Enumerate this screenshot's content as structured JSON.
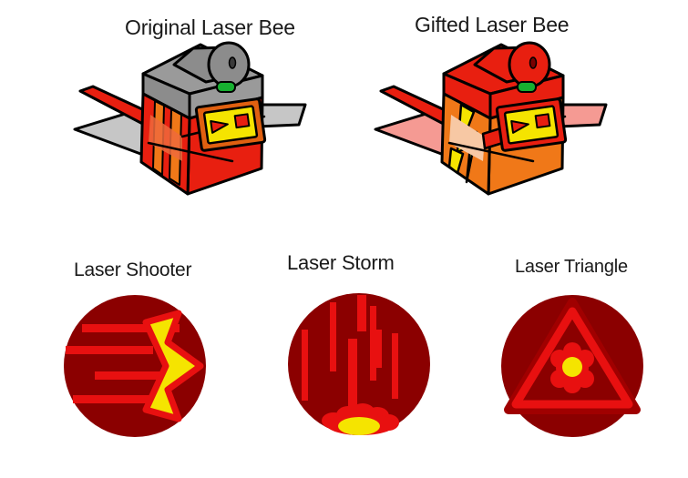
{
  "background": "#ffffff",
  "figure": {
    "type": "illustration",
    "subject": "Laser Bee enemy variants and ability icons",
    "panels": [
      {
        "id": "original",
        "title": "Original Laser Bee",
        "description": "Cube-shaped robotic bee with gray textured top plate, gray cylindrical turret, green indicator light, red body with orange side stripes, gray translucent wings, red stinger, and a yellow rectangular face with angry red eyes.",
        "colors": {
          "body": "#e81f10",
          "body_side": "#ef6a3c",
          "stripe": "#f07818",
          "top_plate": "#9a9a9a",
          "turret": "#8c8c8c",
          "wing": "#c6c6c6",
          "face_panel": "#f5e400",
          "face_border": "#e06010",
          "eye": "#e81f10",
          "led": "#17b030",
          "outline": "#000000"
        }
      },
      {
        "id": "gifted",
        "title": "Gifted Laser Bee",
        "description": "Upgraded variant: orange body with yellow lightning bolt on the side, red speckled top plate, red cylindrical turret, green indicator light, pink-salmon wings, red stinger, and a yellow rectangular face with angry red eyes.",
        "colors": {
          "body": "#f07818",
          "body_side": "#f07818",
          "stripe": "#f5e400",
          "top_plate": "#e81f10",
          "turret": "#e81f10",
          "wing": "#f59a93",
          "wing_highlight": "#f7c8a4",
          "face_panel": "#f5e400",
          "face_border": "#e81f10",
          "eye": "#e81f10",
          "led": "#17b030",
          "outline": "#000000"
        }
      }
    ],
    "ability_icons": [
      {
        "id": "laser-shooter",
        "title": "Laser Shooter",
        "shape": "circle",
        "description": "Dark red circle with four horizontal bright-red laser beams firing toward a yellow arrow-head burst on the right edge.",
        "colors": {
          "disc": "#8b0000",
          "beam": "#e81010",
          "burst": "#f5e400",
          "burst_outline": "#e81010"
        },
        "beam_count": 4
      },
      {
        "id": "laser-storm",
        "title": "Laser Storm",
        "shape": "circle",
        "description": "Dark red circle with seven vertical bright-red laser beams raining down onto a red impact splash with a yellow elliptical core at the bottom.",
        "colors": {
          "disc": "#8b0000",
          "beam": "#e81010",
          "splash": "#e81010",
          "core": "#f5e400"
        },
        "beam_count": 7
      },
      {
        "id": "laser-triangle",
        "title": "Laser Triangle",
        "shape": "circle",
        "description": "Dark red circle containing a bright red double-outlined triangle with a small red flower-burst and yellow dot at its center.",
        "colors": {
          "disc": "#8b0000",
          "triangle_outer": "#a00000",
          "triangle": "#e81010",
          "burst": "#e81010",
          "core": "#f5e400"
        }
      }
    ]
  }
}
